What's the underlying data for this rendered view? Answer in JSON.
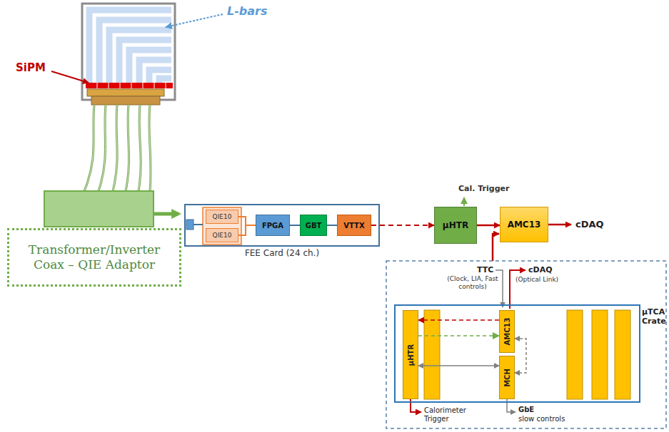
{
  "diagram": {
    "nodes": [
      {
        "text": [
          "Transformer/Inverter Coax – QIE Adaptor"
        ]
      },
      {
        "text": [
          "FEE Card (24 ch.)"
        ]
      },
      {
        "text": [
          "QIE10"
        ],
        "in": 1
      },
      {
        "text": [
          "QIE10"
        ],
        "in": 1
      },
      {
        "text": [
          "FPGA"
        ],
        "in": 1
      },
      {
        "text": [
          "GBT"
        ],
        "in": 1
      },
      {
        "text": [
          "VTTX"
        ],
        "in": 1
      },
      {
        "text": [
          "µHTR"
        ]
      },
      {
        "text": [
          "AMC13"
        ]
      },
      {
        "text": [
          "µTCA Crate"
        ]
      },
      {
        "text": [
          "µHTR"
        ],
        "in": 9
      },
      {
        "text": [
          "AMC13"
        ],
        "in": 9
      },
      {
        "text": [
          "MCH"
        ],
        "in": 9
      }
    ],
    "edges": [
      {
        "from": 2,
        "to": 4,
        "arrow": "none"
      },
      {
        "from": 3,
        "to": 4,
        "arrow": "none"
      },
      {
        "from": 4,
        "to": 5,
        "arrow": "none"
      },
      {
        "from": 5,
        "to": 6,
        "arrow": "none"
      },
      {
        "from": 6,
        "to": 7,
        "arrow": "to"
      },
      {
        "from": 7,
        "to": 8,
        "arrow": "to"
      },
      {
        "from": 11,
        "to": 10,
        "arrow": "to"
      },
      {
        "from": 10,
        "to": 11,
        "arrow": "to"
      },
      {
        "from": 10,
        "to": 12,
        "arrow": "both"
      },
      {
        "from": 11,
        "to": 12,
        "arrow": "both"
      }
    ],
    "labels": [
      "L-bars",
      "SiPM",
      "Cal. Trigger",
      "cDAQ",
      "TTC",
      "(Clock, LIA, Fast controls)",
      "cDAQ",
      "(Optical Link)",
      "Calorimeter Trigger",
      "GbE",
      "slow controls"
    ]
  }
}
